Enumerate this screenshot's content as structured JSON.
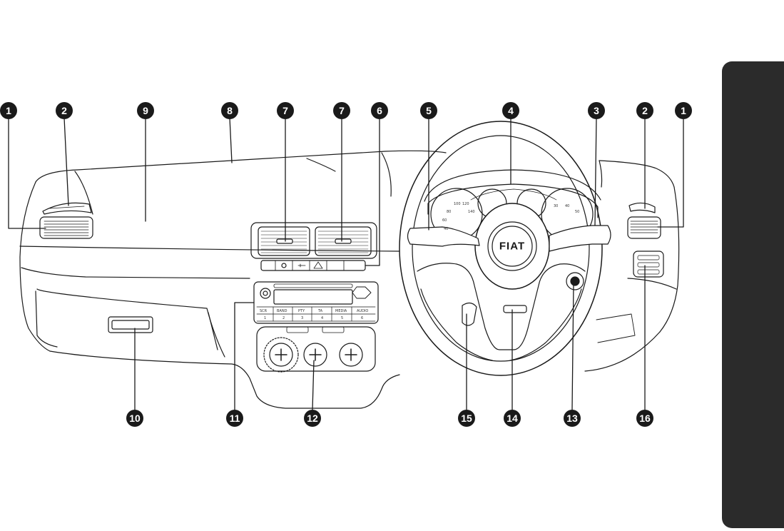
{
  "logo_text": "FIAT",
  "colors": {
    "outline": "#1a1a1a",
    "badge": "#1a1a1a",
    "side_tab": "#2b2b2b",
    "panel_shade": "#ececec"
  },
  "radio": {
    "buttons_top": [
      "SCR",
      "BAND",
      "PTY",
      "TA",
      "MEDIA",
      "AUDIO"
    ],
    "buttons_bottom": [
      "1",
      "2",
      "3",
      "4",
      "5",
      "6"
    ]
  },
  "gauges": {
    "speedo_ticks": [
      "80",
      "100",
      "120",
      "140",
      "60",
      "40"
    ],
    "tacho_ticks": [
      "30",
      "40",
      "50"
    ]
  },
  "callouts_top": [
    "1",
    "2",
    "9",
    "8",
    "7",
    "7",
    "6",
    "5",
    "4",
    "3",
    "2",
    "1"
  ],
  "callouts_bottom": [
    "10",
    "11",
    "12",
    "15",
    "14",
    "13",
    "16"
  ]
}
